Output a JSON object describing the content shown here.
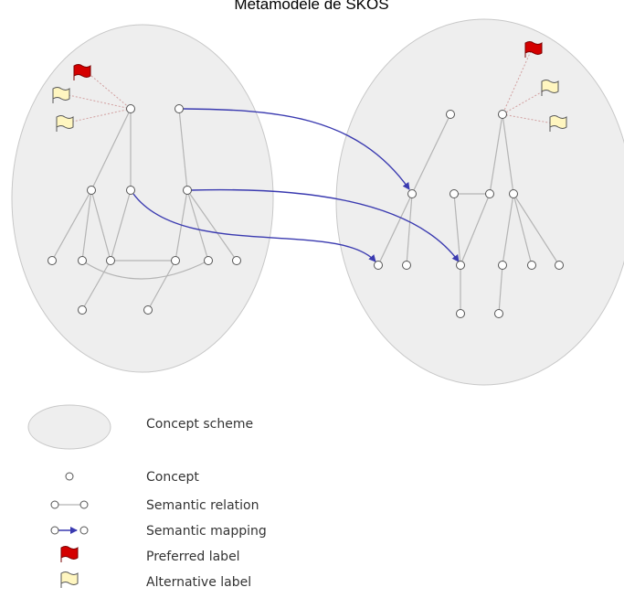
{
  "title": "Métamodèle de SKOS",
  "colors": {
    "scheme_fill": "#eeeeee",
    "relation": "#b4b4b4",
    "mapping": "#3a3ab0",
    "preferred_label": "#d40000",
    "alternative_label": "#fff6c0"
  },
  "icons": [
    "concept-scheme-ellipse-icon",
    "concept-node-icon",
    "semantic-relation-icon",
    "semantic-mapping-arrow-icon",
    "preferred-label-flag-icon",
    "alternative-label-flag-icon"
  ],
  "legend": {
    "concept_scheme": "Concept scheme",
    "concept": "Concept",
    "semantic_relation": "Semantic relation",
    "semantic_mapping": "Semantic mapping",
    "preferred_label": "Preferred label",
    "alternative_label": "Alternative label"
  }
}
